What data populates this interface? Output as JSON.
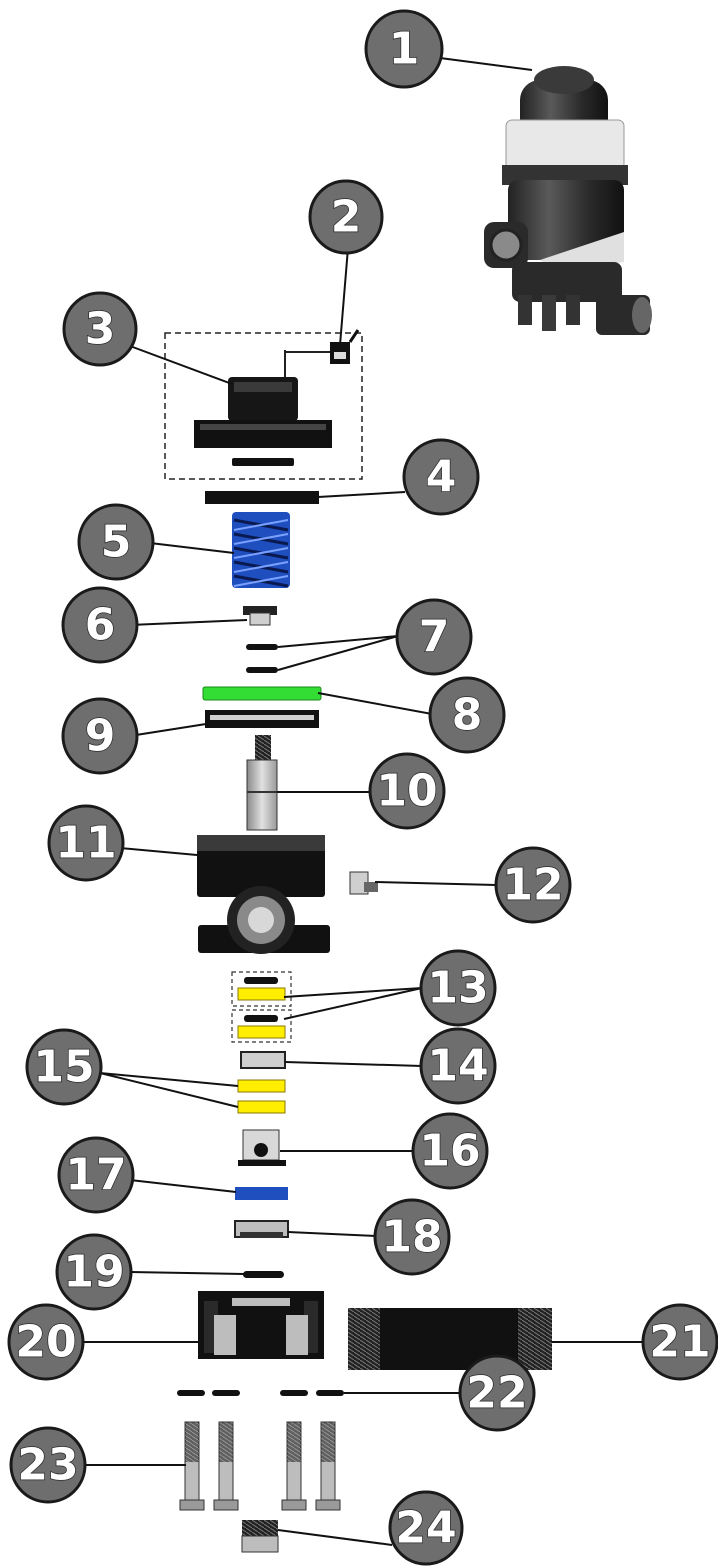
{
  "diagram": {
    "type": "exploded-parts-view",
    "callouts": [
      "1",
      "2",
      "3",
      "4",
      "5",
      "6",
      "7",
      "8",
      "9",
      "10",
      "11",
      "12",
      "13",
      "14",
      "15",
      "16",
      "17",
      "18",
      "19",
      "20",
      "21",
      "22",
      "23",
      "24"
    ]
  },
  "colors": {
    "badge_fill": "#6e6e6e",
    "spring": "#1f4fbf",
    "seal_green": "#33dd33",
    "seal_yellow": "#ffee00",
    "disc_blue": "#1f4fbf",
    "part_dark": "#111111",
    "part_grey": "#bdbdbd"
  }
}
